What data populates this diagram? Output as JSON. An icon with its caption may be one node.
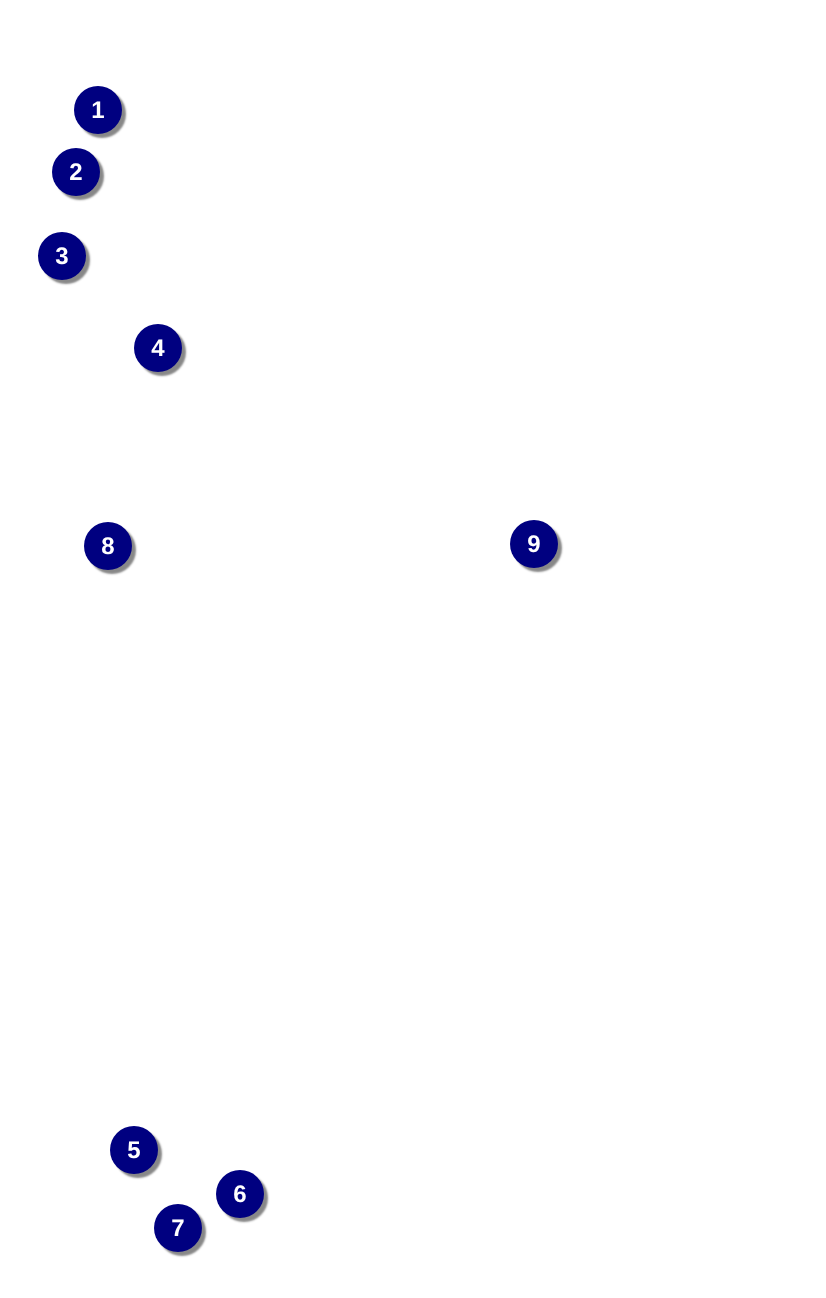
{
  "diagram": {
    "labels": [
      "1",
      "2",
      "3",
      "4",
      "8",
      "9",
      "5",
      "6",
      "7"
    ]
  }
}
